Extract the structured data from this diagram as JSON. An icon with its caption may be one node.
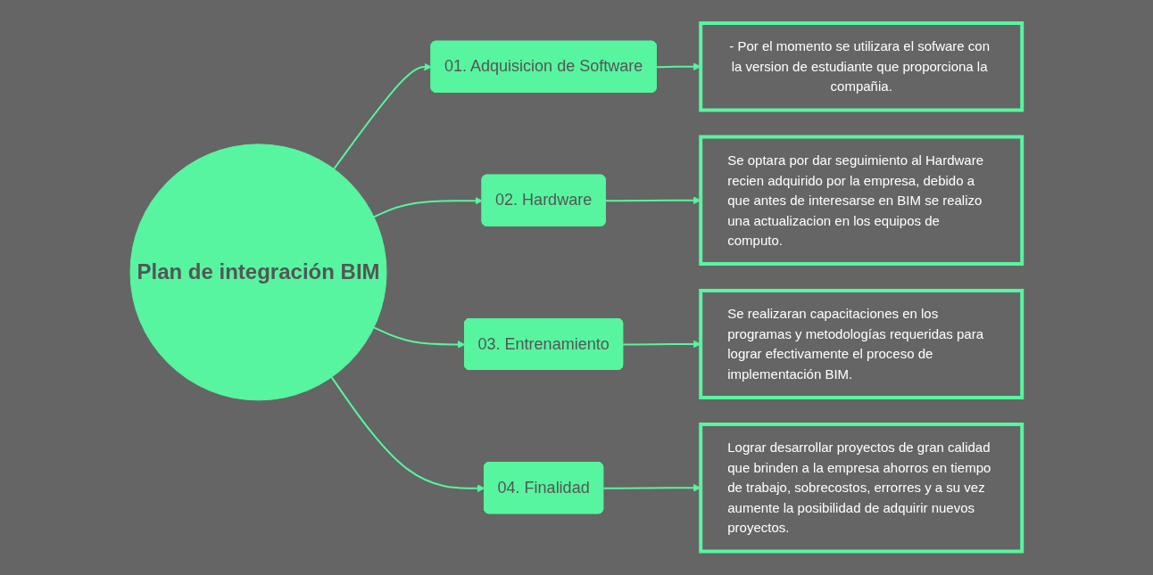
{
  "diagram": {
    "nodes": [
      {
        "text": [
          "Plan de integración BIM"
        ]
      },
      {
        "text": [
          "01. Adquisicion de Software"
        ]
      },
      {
        "text": [
          "- Por el momento se utilizara el sofware con la version de estudiante que proporciona la compañia."
        ]
      },
      {
        "text": [
          "02. Hardware"
        ]
      },
      {
        "text": [
          "Se optara por dar seguimiento al Hardware recien adquirido por la empresa, debido a que antes de interesarse en BIM se realizo una actualizacion en los equipos de computo."
        ]
      },
      {
        "text": [
          "03. Entrenamiento"
        ]
      },
      {
        "text": [
          "Se realizaran capacitaciones en los programas y metodologías requeridas para lograr efectivamente el proceso de implementación BIM."
        ]
      },
      {
        "text": [
          "04. Finalidad"
        ]
      },
      {
        "text": [
          "Lograr desarrollar proyectos de gran calidad que brinden a la empresa ahorros en tiempo de trabajo, sobrecostos, errorres y a su vez aumente la posibilidad de adquirir nuevos proyectos."
        ]
      }
    ],
    "edges": [
      {
        "from": 0,
        "to": 1,
        "arrow": "to"
      },
      {
        "from": 1,
        "to": 2,
        "arrow": "to"
      },
      {
        "from": 0,
        "to": 3,
        "arrow": "to"
      },
      {
        "from": 3,
        "to": 4,
        "arrow": "to"
      },
      {
        "from": 0,
        "to": 5,
        "arrow": "to"
      },
      {
        "from": 5,
        "to": 6,
        "arrow": "to"
      },
      {
        "from": 0,
        "to": 7,
        "arrow": "to"
      },
      {
        "from": 7,
        "to": 8,
        "arrow": "to"
      }
    ]
  }
}
